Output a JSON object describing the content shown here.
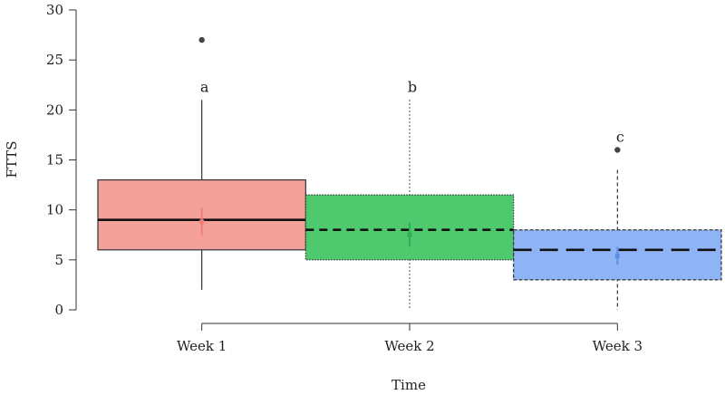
{
  "chart_data": {
    "type": "box",
    "xlabel": "Time",
    "ylabel": "FTTS",
    "ylim": [
      0,
      30
    ],
    "yticks": [
      0,
      5,
      10,
      15,
      20,
      25,
      30
    ],
    "categories": [
      "Week 1",
      "Week 2",
      "Week 3"
    ],
    "boxes": [
      {
        "category": "Week 1",
        "q1": 6,
        "median": 9,
        "q3": 13,
        "whisker_low": 2,
        "whisker_high": 21,
        "outliers": [
          27
        ],
        "mean": 8.8,
        "ci": [
          7.4,
          10.2
        ],
        "letter": "a",
        "fill": "#f4a19b",
        "stroke": "#333333",
        "median_style": "solid",
        "whisker_style": "solid",
        "mean_color": "#f07e78"
      },
      {
        "category": "Week 2",
        "q1": 5,
        "median": 8,
        "q3": 11.5,
        "whisker_low": 0,
        "whisker_high": 21,
        "outliers": [],
        "mean": 7.5,
        "ci": [
          6.3,
          8.7
        ],
        "letter": "b",
        "fill": "#4ec96e",
        "stroke": "#333333",
        "median_style": "dashed",
        "whisker_style": "dotted",
        "mean_color": "#2fae53"
      },
      {
        "category": "Week 3",
        "q1": 3,
        "median": 6,
        "q3": 8,
        "whisker_low": 0,
        "whisker_high": 14,
        "outliers": [
          16
        ],
        "mean": 5.4,
        "ci": [
          4.5,
          6.3
        ],
        "letter": "c",
        "fill": "#8fb4f5",
        "stroke": "#333333",
        "median_style": "longdash",
        "whisker_style": "dashed",
        "mean_color": "#5b8fe8"
      }
    ]
  }
}
